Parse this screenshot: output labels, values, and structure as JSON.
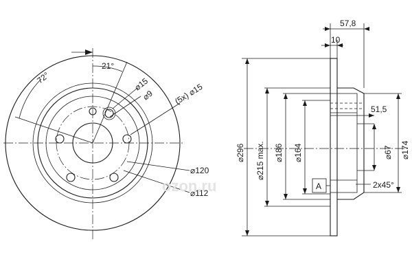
{
  "front_view": {
    "angle_72": "72°",
    "angle_21": "21°",
    "d15": "⌀15",
    "d9": "⌀9",
    "d15_5x": "(5x) ⌀15",
    "d120": "⌀120",
    "d112": "⌀112"
  },
  "side_view": {
    "w57_8": "57,8",
    "w10": "10",
    "d296": "⌀296",
    "d215": "⌀215 max.",
    "d186": "⌀186",
    "d164": "⌀164",
    "d51_5": "51,5",
    "d67": "⌀67",
    "d174": "⌀174",
    "datum": "A",
    "chamfer": "2x45°"
  },
  "watermark": "ozon.ru",
  "colors": {
    "line": "#1a1a1a",
    "background": "#ffffff"
  }
}
